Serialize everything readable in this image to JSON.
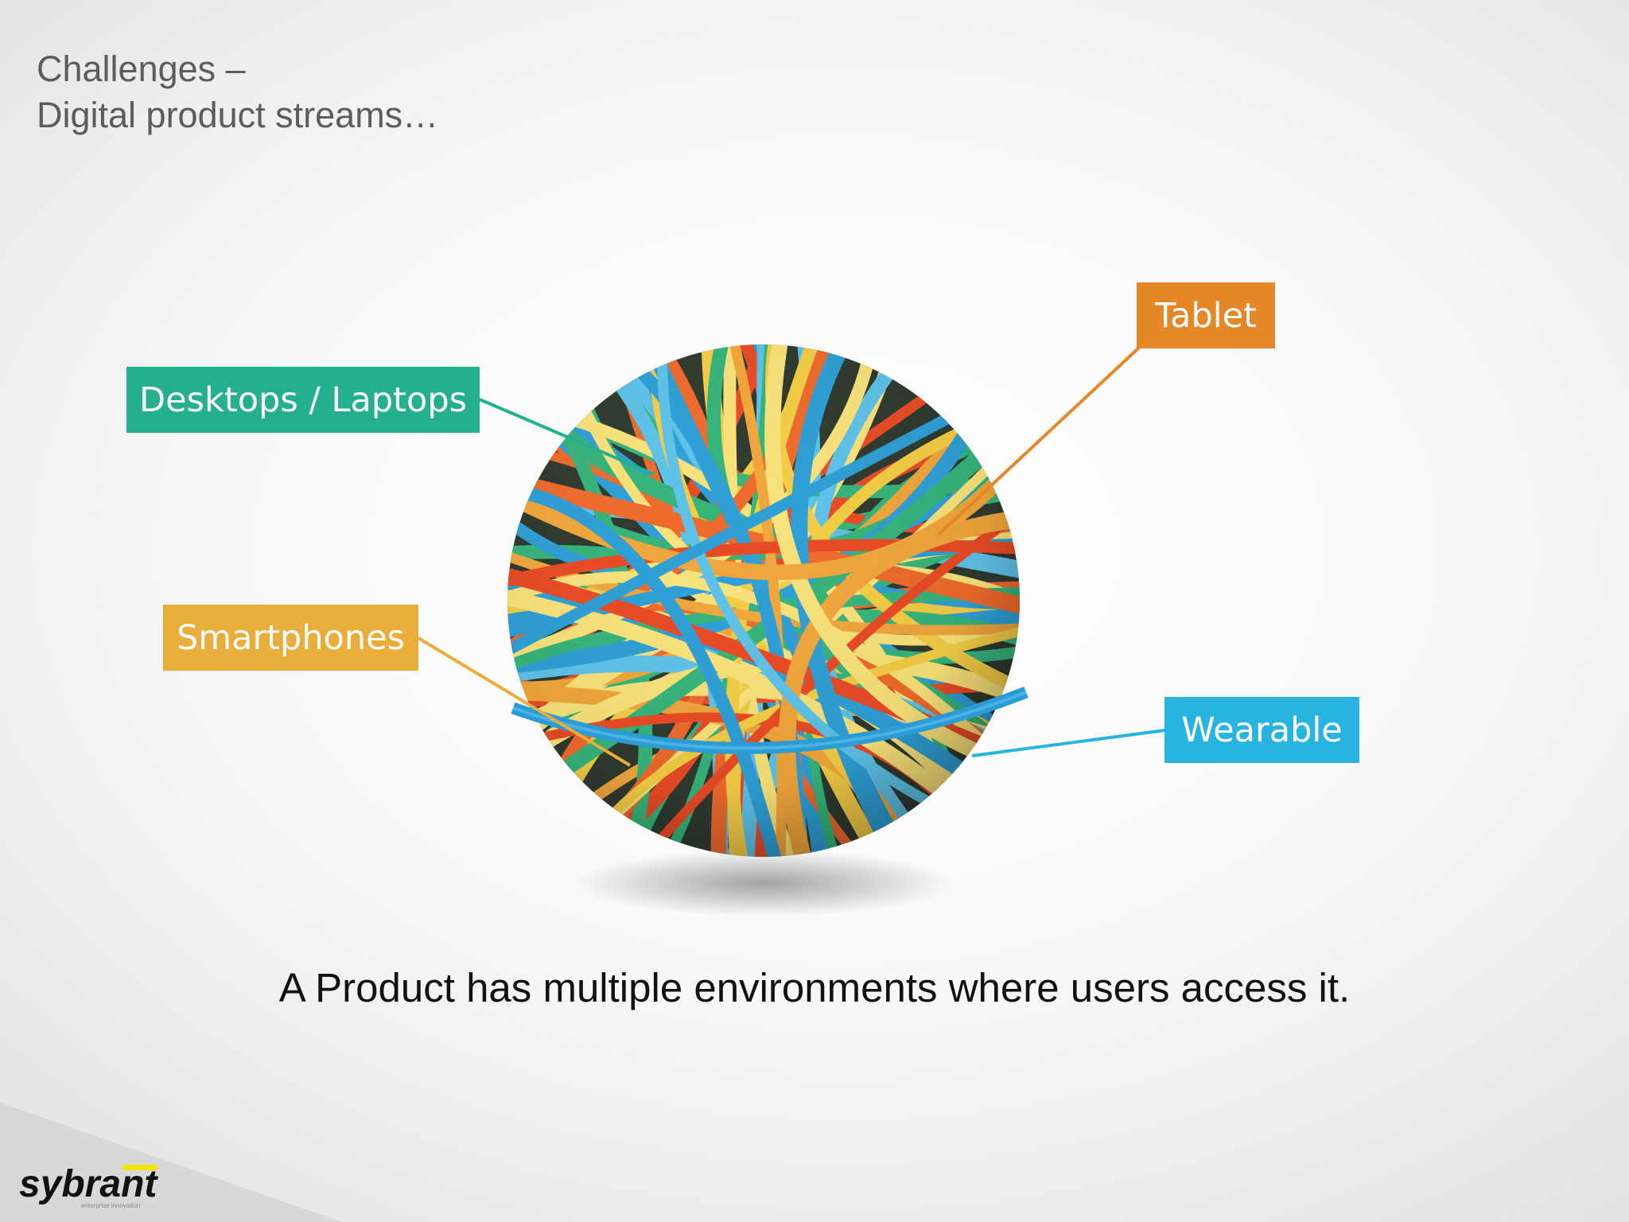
{
  "slide": {
    "title_line1": "Challenges –",
    "title_line2": "Digital product streams…",
    "caption": "A Product has multiple environments where users access it."
  },
  "labels": {
    "desktops": "Desktops / Laptops",
    "smartphones": "Smartphones",
    "tablet": "Tablet",
    "wearable": "Wearable"
  },
  "colors": {
    "desktops": "#24b08f",
    "smartphones": "#e9ad3c",
    "tablet": "#e58627",
    "wearable": "#27b4e0",
    "title_text": "#5c5c5c",
    "caption_text": "#111111"
  },
  "logo": {
    "text": "sybrant",
    "tagline": "enterprise innovation"
  },
  "image": {
    "subject": "rubber-band-ball"
  }
}
